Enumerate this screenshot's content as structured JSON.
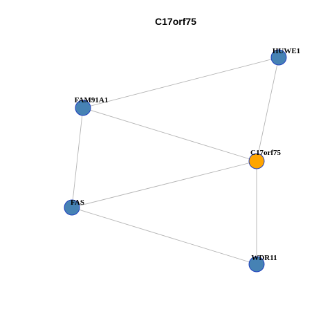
{
  "title": "C17orf75",
  "colors": {
    "node_default": "#4682b4",
    "node_focus": "#ffa500",
    "node_border": "#1f3fbf",
    "edge": "#b3b3b3"
  },
  "nodes": [
    {
      "id": "HUWE1",
      "label": "HUWE1",
      "focus": false
    },
    {
      "id": "FAM91A1",
      "label": "FAM91A1",
      "focus": false
    },
    {
      "id": "C17orf75",
      "label": "C17orf75",
      "focus": true
    },
    {
      "id": "FAS",
      "label": "FAS",
      "focus": false
    },
    {
      "id": "WDR11",
      "label": "WDR11",
      "focus": false
    }
  ],
  "edges": [
    {
      "source": "FAM91A1",
      "target": "HUWE1"
    },
    {
      "source": "HUWE1",
      "target": "C17orf75"
    },
    {
      "source": "FAM91A1",
      "target": "C17orf75"
    },
    {
      "source": "FAM91A1",
      "target": "FAS"
    },
    {
      "source": "FAS",
      "target": "C17orf75"
    },
    {
      "source": "C17orf75",
      "target": "WDR11"
    },
    {
      "source": "FAS",
      "target": "WDR11"
    }
  ]
}
